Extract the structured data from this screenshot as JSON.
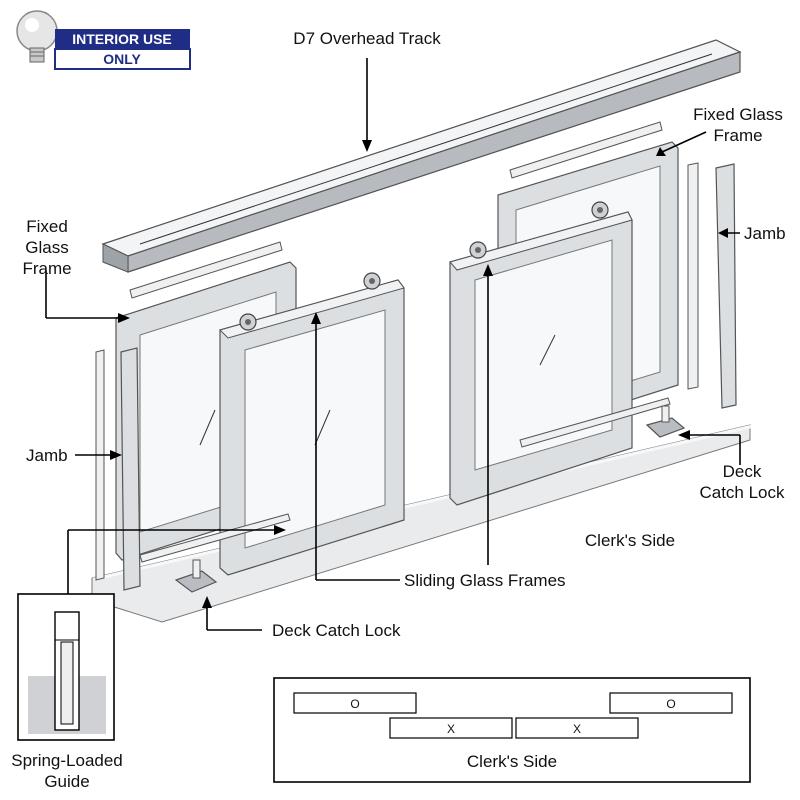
{
  "badge": {
    "line1": "INTERIOR USE",
    "line2": "ONLY",
    "color": "#1f2d86",
    "icon": "lightbulb-icon"
  },
  "labels": {
    "overhead_track": "D7 Overhead Track",
    "fixed_glass_frame_right": [
      "Fixed Glass",
      "Frame"
    ],
    "fixed_glass_frame_left": [
      "Fixed",
      "Glass",
      "Frame"
    ],
    "jamb_right": "Jamb",
    "jamb_left": "Jamb",
    "deck_catch_lock_right": [
      "Deck",
      "Catch Lock"
    ],
    "clerks_side": "Clerk's Side",
    "sliding_glass_frames": "Sliding Glass Frames",
    "deck_catch_lock_bottom": "Deck Catch Lock",
    "spring_loaded_guide": [
      "Spring-Loaded",
      "Guide"
    ]
  },
  "plan_view": {
    "caption": "Clerk's Side",
    "top_panels": [
      "O",
      "O"
    ],
    "bottom_panels": [
      "X",
      "X"
    ]
  }
}
